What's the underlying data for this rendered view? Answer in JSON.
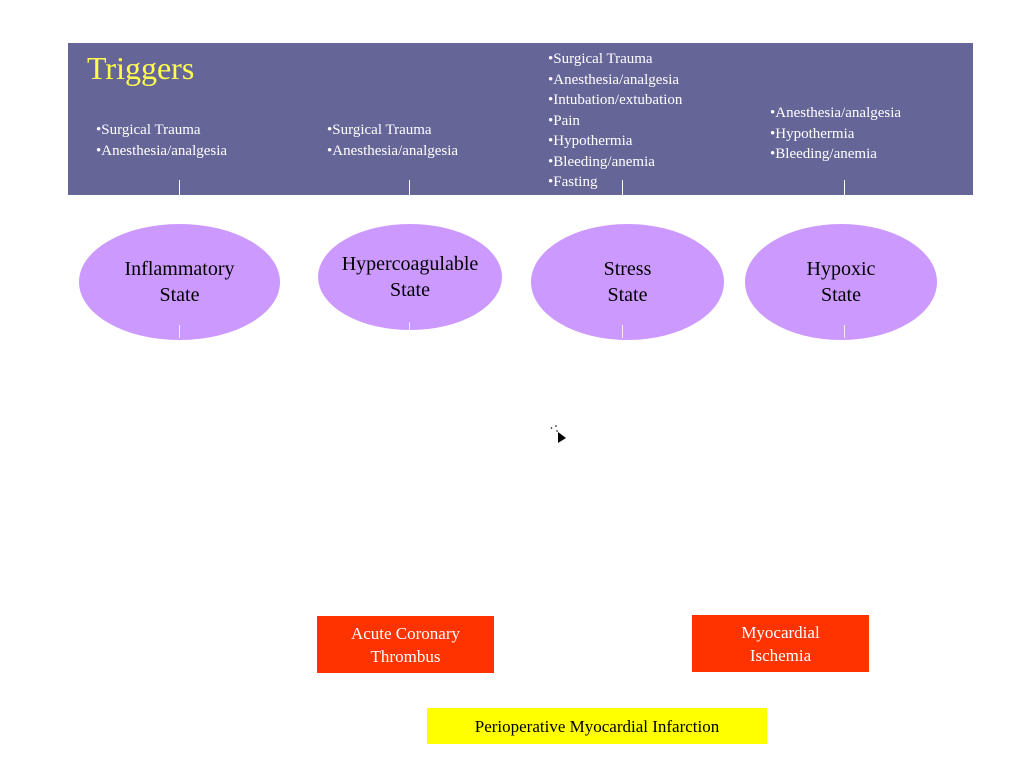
{
  "banner": {
    "title": "Triggers",
    "columns": [
      {
        "items": [
          "Surgical Trauma",
          "Anesthesia/analgesia"
        ]
      },
      {
        "items": [
          "Surgical Trauma",
          "Anesthesia/analgesia"
        ]
      },
      {
        "items": [
          "Surgical Trauma",
          "Anesthesia/analgesia",
          "Intubation/extubation",
          "Pain",
          "Hypothermia",
          "Bleeding/anemia",
          "Fasting"
        ]
      },
      {
        "items": [
          "Anesthesia/analgesia",
          "Hypothermia",
          "Bleeding/anemia"
        ]
      }
    ]
  },
  "states": [
    {
      "label": "Inflammatory\nState"
    },
    {
      "label": "Hypercoagulable\nState"
    },
    {
      "label": "Stress\nState"
    },
    {
      "label": "Hypoxic\nState"
    }
  ],
  "outcomes": {
    "thrombus": "Acute Coronary\nThrombus",
    "ischemia": "Myocardial\nIschemia",
    "infarction": "Perioperative Myocardial Infarction"
  },
  "colors": {
    "banner": "#656598",
    "title": "#ffff4d",
    "state": "#cc99ff",
    "outcome": "#ff3300",
    "final": "#ffff00"
  }
}
